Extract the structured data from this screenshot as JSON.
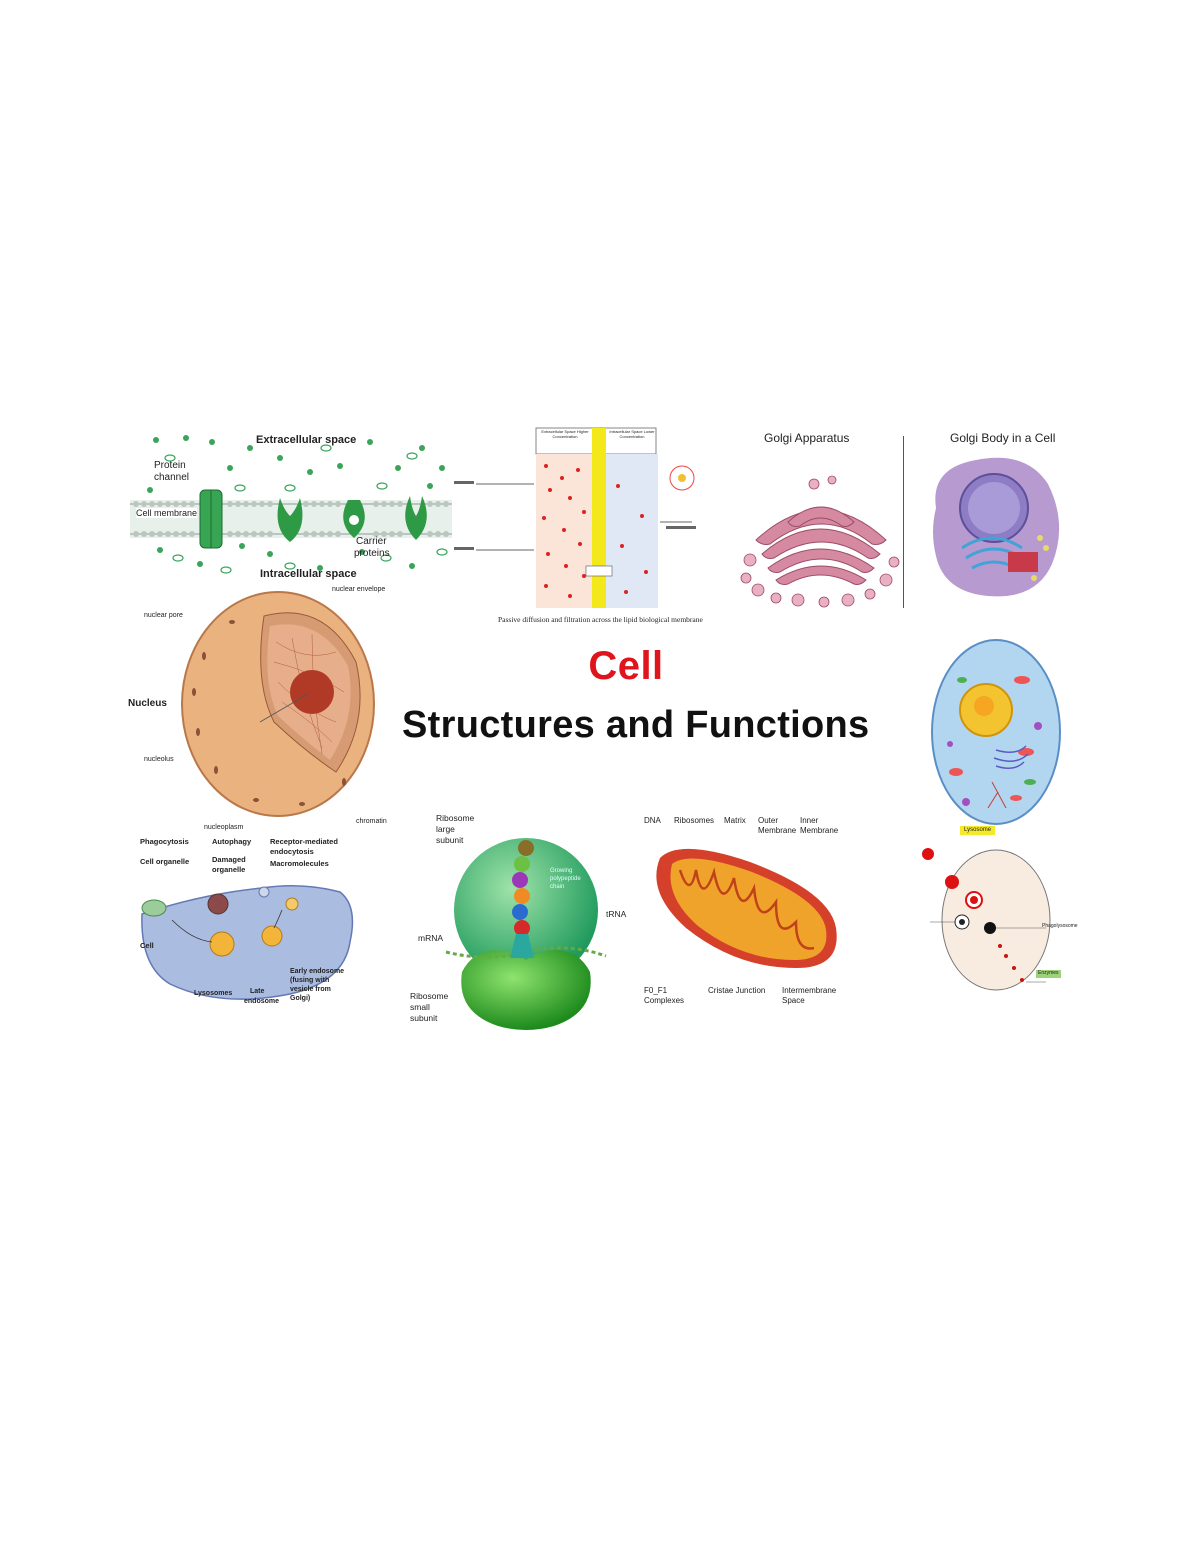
{
  "title": {
    "line1": "Cell",
    "line2": "Structures and Functions"
  },
  "membrane": {
    "top": "Extracellular space",
    "protein": "Protein",
    "channel": "channel",
    "cellmem": "Cell membrane",
    "carrier": "Carrier",
    "proteins": "proteins",
    "bottom": "Intracellular space"
  },
  "diffusion": {
    "left_head": "Extracellular Space Higher Concentration",
    "right_head": "Intracellular Space Lower Concentration",
    "caption": "Passive diffusion and filtration across the lipid biological membrane"
  },
  "golgi": {
    "title": "Golgi Apparatus"
  },
  "golgi_cell": {
    "title": "Golgi Body in a Cell"
  },
  "nucleus": {
    "label": "Nucleus",
    "pore": "nuclear pore",
    "envelope": "nuclear envelope",
    "nucleolus": "nucleolus",
    "nucleoplasm": "nucleoplasm",
    "chromatin": "chromatin"
  },
  "endocytosis": {
    "phago": "Phagocytosis",
    "auto": "Autophagy",
    "receptor1": "Receptor-mediated",
    "receptor2": "endocytosis",
    "particle": "Cell organelle",
    "damaged1": "Damaged",
    "damaged2": "organelle",
    "macro": "Macromolecules",
    "cell": "Cell",
    "lyso": "Lysosomes",
    "late1": "Late",
    "late2": "endosome",
    "early1": "Early endosome",
    "early2": "(fusing with",
    "early3": "vesicle from",
    "early4": "Golgi)"
  },
  "ribosome": {
    "large1": "Ribosome",
    "large2": "large",
    "large3": "subunit",
    "growing1": "Growing",
    "growing2": "polypeptide",
    "growing3": "chain",
    "trna": "tRNA",
    "mrna": "mRNA",
    "small1": "Ribosome",
    "small2": "small",
    "small3": "subunit"
  },
  "mito": {
    "dna": "DNA",
    "ribo": "Ribosomes",
    "matrix": "Matrix",
    "outer1": "Outer",
    "outer2": "Membrane",
    "inner1": "Inner",
    "inner2": "Membrane",
    "f0": "F0_F1",
    "f0b": "Complexes",
    "cristae": "Cristae Junction",
    "inter1": "Intermembrane",
    "inter2": "Space"
  },
  "lysosome": {
    "title": "Lysosome",
    "phago": "Phagolysosome",
    "enzyme": "Enzymes"
  },
  "colors": {
    "title_red": "#e0141c",
    "membrane_green": "#2e9a46"
  }
}
